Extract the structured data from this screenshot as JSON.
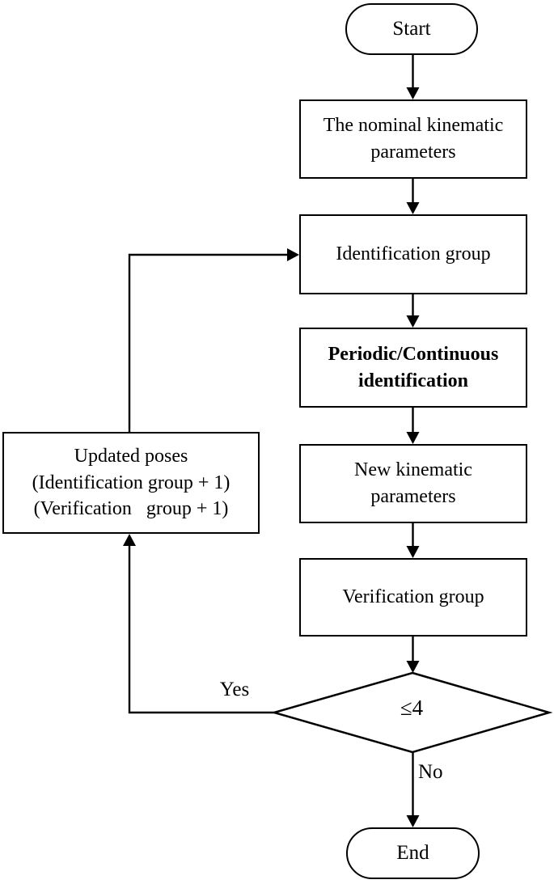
{
  "diagram": {
    "type": "flowchart",
    "colors": {
      "stroke": "#000000",
      "node_fill": "#ffffff",
      "text": "#000000",
      "background": "#ffffff"
    },
    "nodes": {
      "start": {
        "type": "terminator",
        "label": "Start"
      },
      "nominal_params": {
        "type": "process",
        "label": "The nominal kinematic\nparameters"
      },
      "identification_group": {
        "type": "process",
        "label": "Identification group"
      },
      "periodic_identification": {
        "type": "process",
        "label": "Periodic/Continuous\nidentification",
        "bold": true
      },
      "new_params": {
        "type": "process",
        "label": "New kinematic\nparameters"
      },
      "verification_group": {
        "type": "process",
        "label": "Verification group"
      },
      "decision": {
        "type": "decision",
        "label": "≤4"
      },
      "updated_poses": {
        "type": "process",
        "label": "Updated poses\n(Identification group + 1)\n(Verification   group + 1)"
      },
      "end": {
        "type": "terminator",
        "label": "End"
      }
    },
    "edges": [
      {
        "from": "start",
        "to": "nominal_params",
        "label": ""
      },
      {
        "from": "nominal_params",
        "to": "identification_group",
        "label": ""
      },
      {
        "from": "identification_group",
        "to": "periodic_identification",
        "label": ""
      },
      {
        "from": "periodic_identification",
        "to": "new_params",
        "label": ""
      },
      {
        "from": "new_params",
        "to": "verification_group",
        "label": ""
      },
      {
        "from": "verification_group",
        "to": "decision",
        "label": ""
      },
      {
        "from": "decision",
        "to": "end",
        "label": "No"
      },
      {
        "from": "decision",
        "to": "updated_poses",
        "label": "Yes"
      },
      {
        "from": "updated_poses",
        "to": "identification_group",
        "label": ""
      }
    ],
    "edge_labels": {
      "yes": "Yes",
      "no": "No"
    }
  }
}
